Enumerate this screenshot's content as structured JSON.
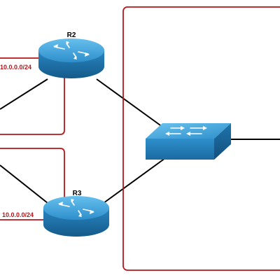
{
  "devices": {
    "r2": {
      "label": "R2",
      "network": "10.0.0.0/24"
    },
    "r3": {
      "label": "R3",
      "network": "10.0.0.0/24"
    },
    "switch": {
      "label": ""
    }
  },
  "colors": {
    "router_top": "#3ea0d8",
    "router_side": "#1d6fa5",
    "switch_top": "#3ea0d8",
    "switch_side": "#1d6fa5",
    "highlight": "#b5161b",
    "link": "#000000",
    "background": "#ffffff"
  }
}
